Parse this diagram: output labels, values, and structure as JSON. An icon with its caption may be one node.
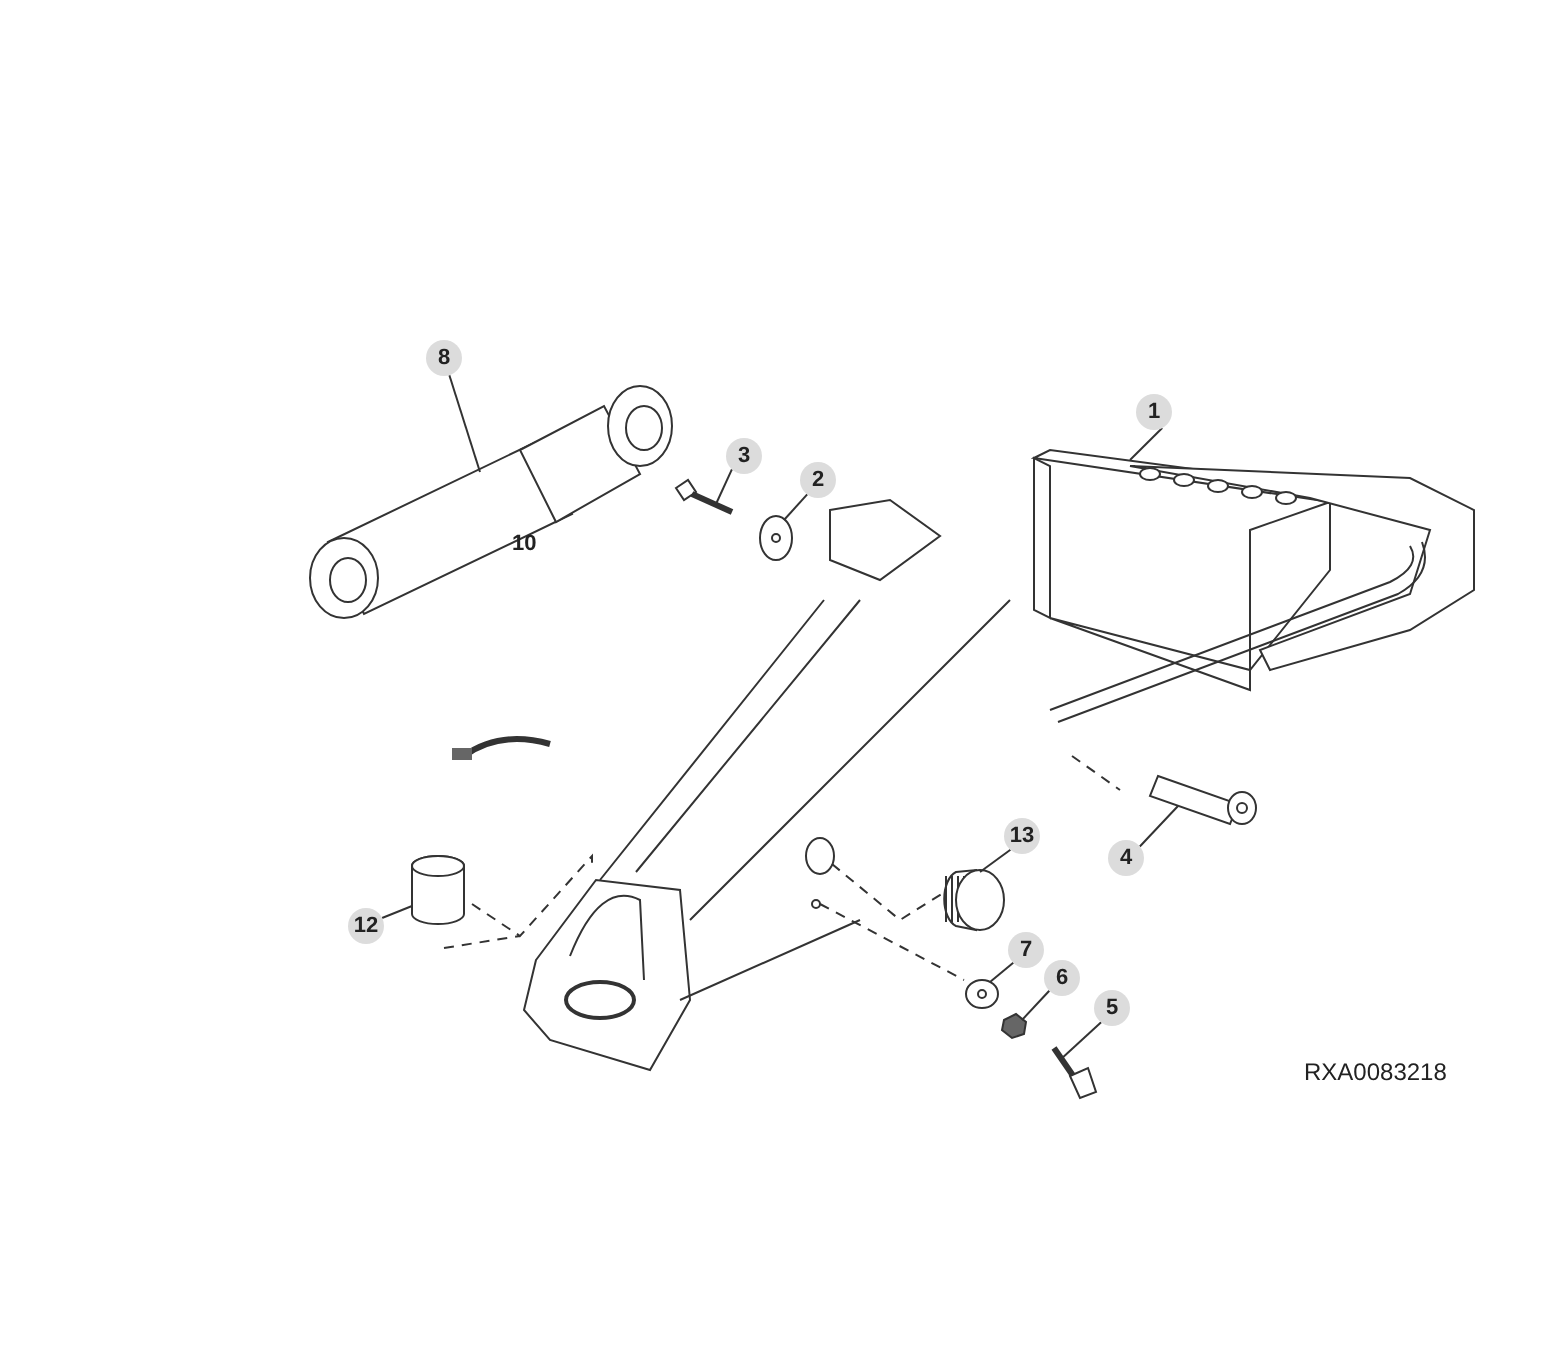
{
  "diagram": {
    "nodes": [
      {
        "text": [
          "8"
        ]
      },
      {
        "text": [],
        "shape": "picture"
      },
      {
        "text": [
          "3"
        ]
      },
      {
        "text": [],
        "shape": "picture"
      },
      {
        "text": [
          "2"
        ]
      },
      {
        "text": [],
        "shape": "picture"
      },
      {
        "text": [
          "1"
        ]
      },
      {
        "text": [],
        "shape": "picture"
      },
      {
        "text": [
          "4"
        ]
      },
      {
        "text": [],
        "shape": "picture"
      },
      {
        "text": [
          "13"
        ]
      },
      {
        "text": [],
        "shape": "picture"
      },
      {
        "text": [
          "7"
        ]
      },
      {
        "text": [],
        "shape": "picture"
      },
      {
        "text": [
          "6"
        ]
      },
      {
        "text": [],
        "shape": "picture"
      },
      {
        "text": [
          "5"
        ]
      },
      {
        "text": [],
        "shape": "picture"
      },
      {
        "text": [
          "12"
        ]
      },
      {
        "text": [],
        "shape": "picture"
      }
    ],
    "edges": [
      {
        "from": 0,
        "to": 1,
        "arrow": "none"
      },
      {
        "from": 2,
        "to": 3,
        "arrow": "none"
      },
      {
        "from": 4,
        "to": 5,
        "arrow": "none"
      },
      {
        "from": 6,
        "to": 7,
        "arrow": "none"
      },
      {
        "from": 8,
        "to": 9,
        "arrow": "none"
      },
      {
        "from": 10,
        "to": 11,
        "arrow": "none"
      },
      {
        "from": 12,
        "to": 13,
        "arrow": "none"
      },
      {
        "from": 14,
        "to": 15,
        "arrow": "none"
      },
      {
        "from": 16,
        "to": 17,
        "arrow": "none"
      },
      {
        "from": 18,
        "to": 19,
        "arrow": "none"
      }
    ],
    "labels": [
      "10",
      "RXA0083218"
    ]
  }
}
